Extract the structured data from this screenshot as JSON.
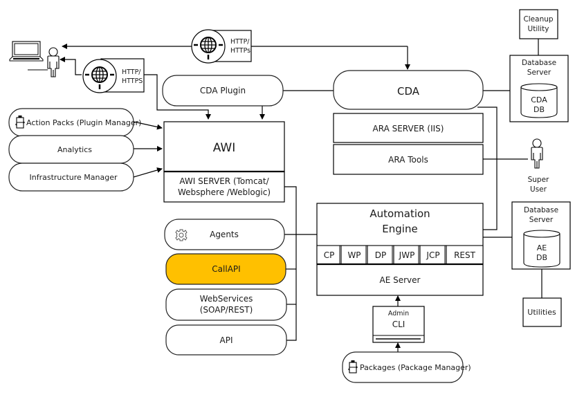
{
  "diagram": {
    "title": "Automation Engine architecture",
    "protocols": {
      "top": [
        "HTTP/",
        "HTTPs"
      ],
      "left": [
        "HTTP/",
        "HTTPS"
      ]
    },
    "cleanup_utility": [
      "Cleanup",
      "Utility"
    ],
    "cda_db_server": {
      "title": [
        "Database",
        "Server"
      ],
      "db": [
        "CDA",
        "DB"
      ]
    },
    "cda_plugin": "CDA Plugin",
    "cda": "CDA",
    "ara_server": "ARA SERVER (IIS)",
    "ara_tools": "ARA Tools",
    "super_user": [
      "Super",
      "User"
    ],
    "left_pills": {
      "action_packs": "Action Packs (Plugin Manager)",
      "analytics": "Analytics",
      "infrastructure_manager": "Infrastructure Manager"
    },
    "awi": {
      "title": "AWI",
      "server": [
        "AWI SERVER (Tomcat/",
        "Websphere /Weblogic)"
      ]
    },
    "clients": {
      "agents": "Agents",
      "callapi": "CallAPI",
      "webservices": [
        "WebServices",
        "(SOAP/REST)"
      ],
      "api": "API"
    },
    "automation_engine": {
      "title": [
        "Automation",
        "Engine"
      ],
      "processes": [
        "CP",
        "WP",
        "DP",
        "JWP",
        "JCP",
        "REST"
      ],
      "server": "AE Server"
    },
    "ae_db_server": {
      "title": [
        "Database",
        "Server"
      ],
      "db": [
        "AE",
        "DB"
      ]
    },
    "utilities": "Utilities",
    "admin_cli": {
      "caption": "Admin",
      "label": "CLI"
    },
    "packages": "Packages (Package Manager)",
    "colors": {
      "highlight": "#ffc000",
      "stroke": "#000000",
      "background": "#ffffff"
    }
  }
}
